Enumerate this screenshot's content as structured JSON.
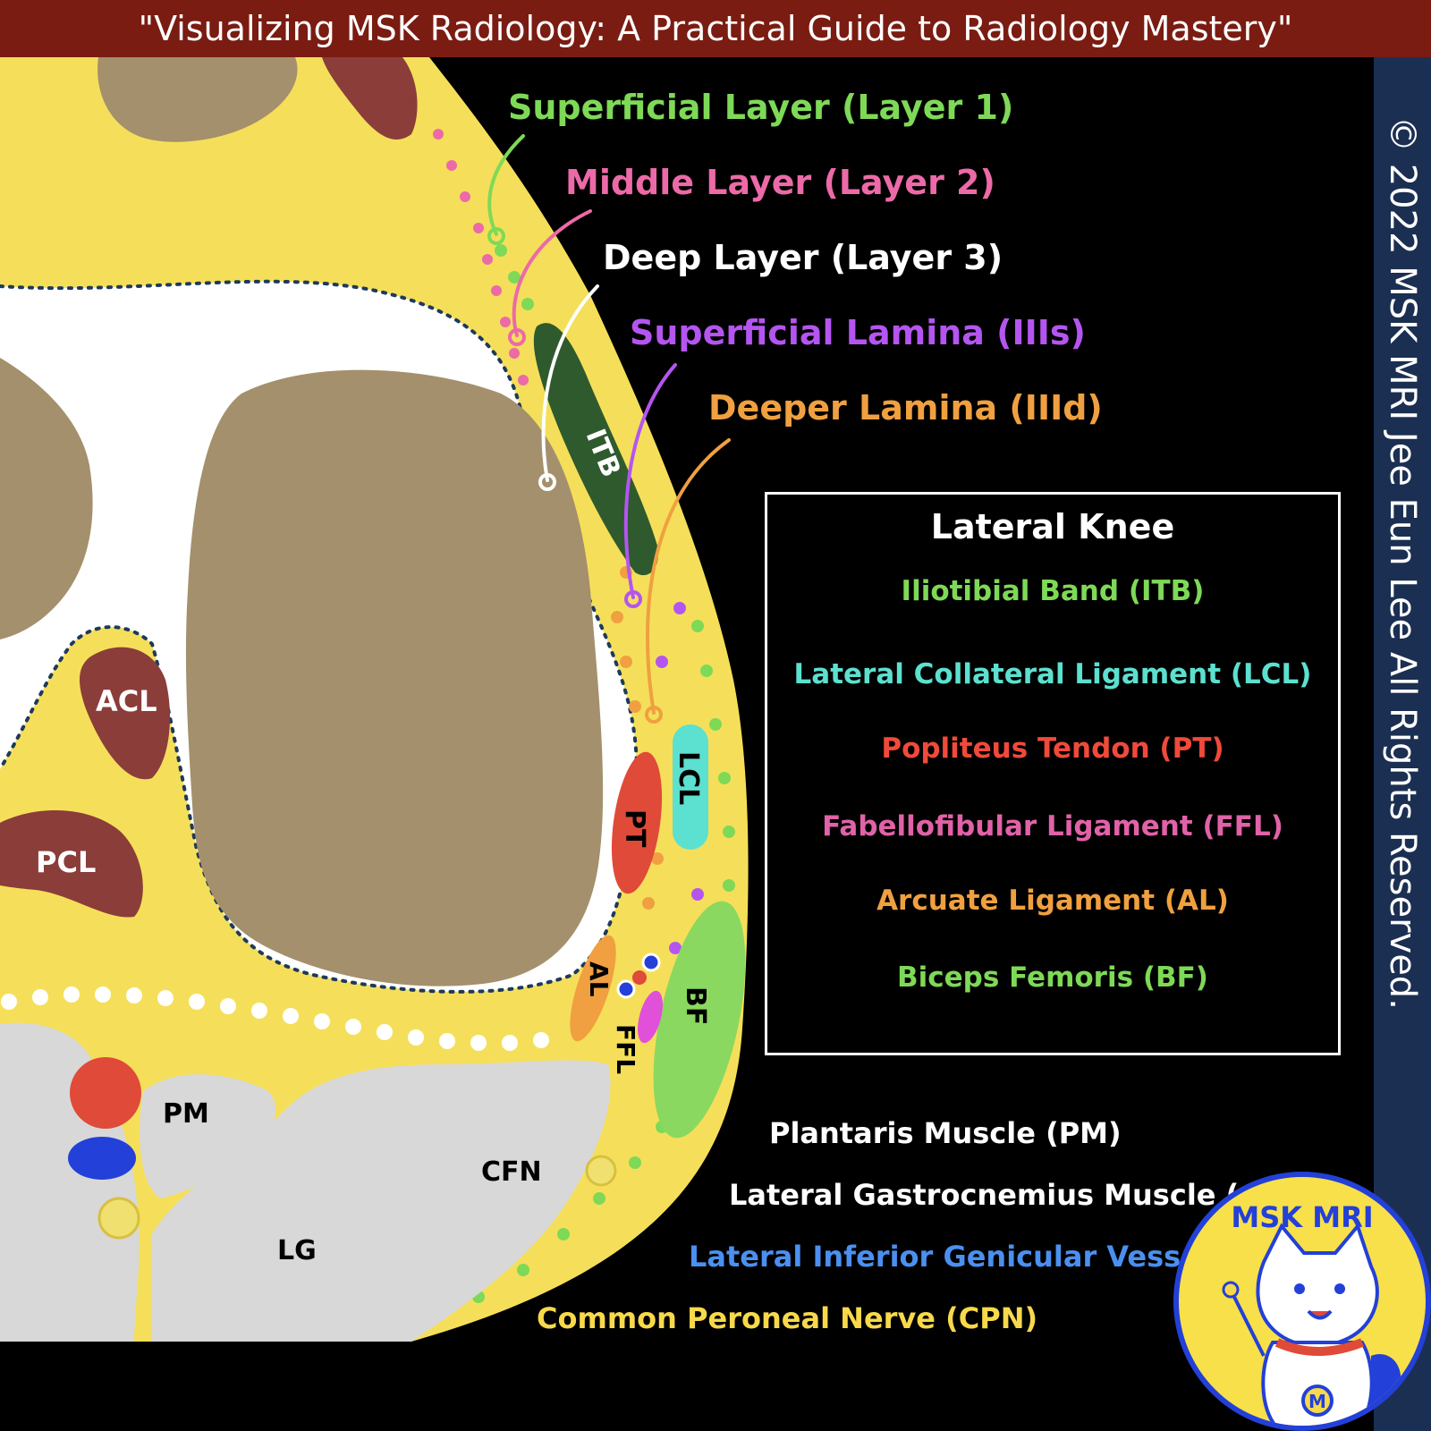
{
  "title": "\"Visualizing MSK Radiology: A Practical Guide to Radiology Mastery\"",
  "copyright": "© 2022 MSK MRI Jee Eun Lee All Rights Reserved.",
  "layers": [
    {
      "label": "Superficial Layer (Layer 1)",
      "color": "#7ed957"
    },
    {
      "label": "Middle Layer (Layer 2)",
      "color": "#ec6aa8"
    },
    {
      "label": "Deep Layer (Layer 3)",
      "color": "#ffffff"
    },
    {
      "label": "Superficial Lamina (IIIs)",
      "color": "#b455f0"
    },
    {
      "label": "Deeper Lamina (IIId)",
      "color": "#f0a040"
    }
  ],
  "legend": {
    "title": "Lateral Knee",
    "items": [
      {
        "label": "Iliotibial Band (ITB)",
        "color": "#7ed957"
      },
      {
        "label": "Lateral Collateral Ligament (LCL)",
        "color": "#5ce0d0"
      },
      {
        "label": "Popliteus Tendon (PT)",
        "color": "#f04a3a"
      },
      {
        "label": "Fabellofibular Ligament (FFL)",
        "color": "#e062a8"
      },
      {
        "label": "Arcuate Ligament (AL)",
        "color": "#f0a040"
      },
      {
        "label": "Biceps Femoris (BF)",
        "color": "#7ed957"
      }
    ]
  },
  "bottom_legend": [
    {
      "label": "Plantaris Muscle (PM)",
      "color": "#ffffff"
    },
    {
      "label": "Lateral Gastrocnemius Muscle (",
      "color": "#ffffff"
    },
    {
      "label": "Lateral Inferior Genicular Vesse",
      "color": "#4a90f0"
    },
    {
      "label": "Common Peroneal Nerve (CPN)",
      "color": "#f7d94a"
    }
  ],
  "structures": {
    "itb": "ITB",
    "acl": "ACL",
    "pcl": "PCL",
    "lcl": "LCL",
    "pt": "PT",
    "al": "AL",
    "ffl": "FFL",
    "bf": "BF",
    "pm": "PM",
    "cfn": "CFN",
    "lg": "LG"
  },
  "logo": {
    "text": "MSK MRI",
    "badge": "M"
  }
}
